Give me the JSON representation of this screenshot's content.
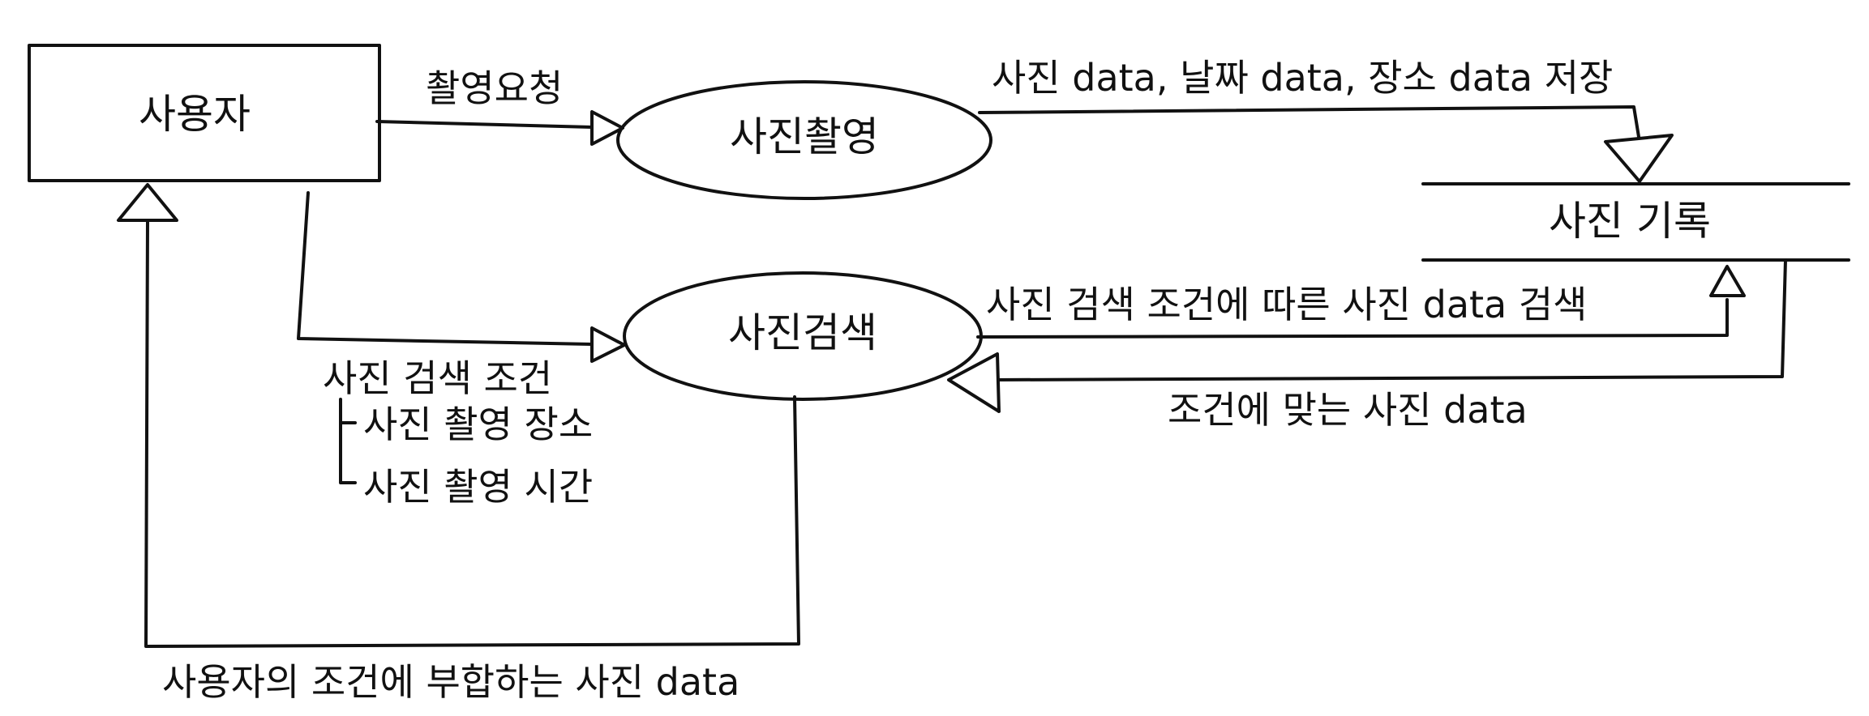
{
  "nodes": {
    "user": "사용자",
    "capture": "사진촬영",
    "search": "사진검색",
    "store": "사진 기록"
  },
  "flows": {
    "capture_request": "촬영요청",
    "save_data": "사진 data, 날짜 data, 장소 data 저장",
    "search_condition": "사진 검색 조건",
    "condition_place": "사진 촬영 장소",
    "condition_time": "사진 촬영 시간",
    "search_query": "사진 검색 조건에 따른 사진 data 검색",
    "matching_data": "조건에 맞는 사진 data",
    "result_to_user": "사용자의 조건에 부합하는 사진 data"
  },
  "colors": {
    "ink": "#111111",
    "background": "#ffffff"
  }
}
